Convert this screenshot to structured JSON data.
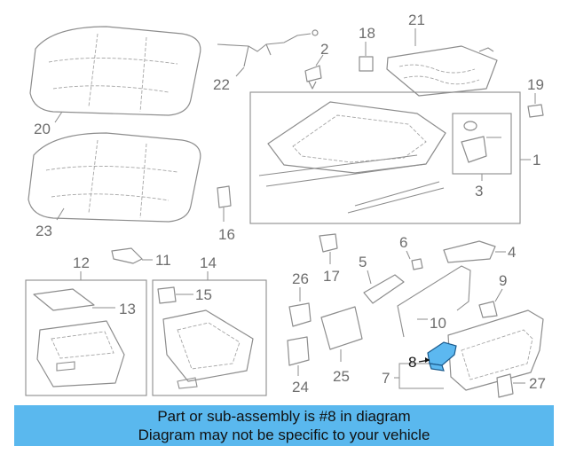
{
  "callouts": {
    "c1": "1",
    "c2": "2",
    "c3": "3",
    "c4": "4",
    "c5": "5",
    "c6": "6",
    "c7": "7",
    "c8": "8",
    "c9": "9",
    "c10": "10",
    "c11": "11",
    "c12": "12",
    "c13": "13",
    "c14": "14",
    "c15": "15",
    "c16": "16",
    "c17": "17",
    "c18": "18",
    "c19": "19",
    "c20": "20",
    "c21": "21",
    "c22": "22",
    "c23": "23",
    "c24": "24",
    "c25": "25",
    "c26": "26",
    "c27": "27"
  },
  "highlight": {
    "part_number": "8",
    "color": "#5cb8f0"
  },
  "banner": {
    "line1": "Part or sub-assembly is #8 in diagram",
    "line2": "Diagram may not be specific to your vehicle",
    "color": "#5ab8ee"
  }
}
